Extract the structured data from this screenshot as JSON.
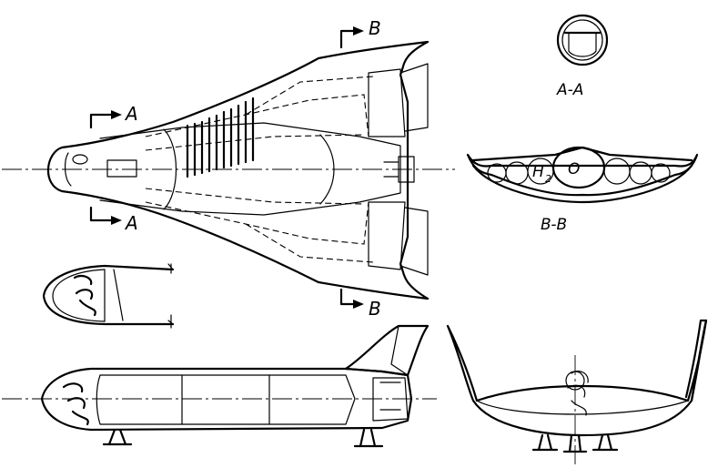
{
  "labels": {
    "section_a_top": "A",
    "section_a_bottom": "A",
    "section_b_top": "B",
    "section_b_bottom": "B",
    "section_aa_title": "A-A",
    "section_bb_title": "B-B",
    "tank_hydrogen_main": "H",
    "tank_hydrogen_sub": "2",
    "tank_oxygen": "O"
  }
}
